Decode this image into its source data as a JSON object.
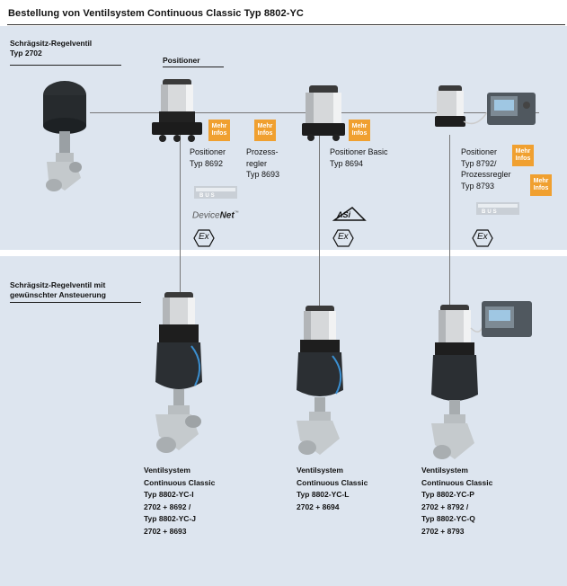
{
  "title": "Bestellung von Ventilsystem Continuous Classic Typ 8802-YC",
  "top_section": {
    "valve_heading_line1": "Schrägsitz-Regelventil",
    "valve_heading_line2": "Typ 2702",
    "positioner_heading": "Positioner"
  },
  "mehr_infos": {
    "line1": "Mehr",
    "line2": "Infos"
  },
  "options": {
    "pos8692_line1": "Positioner",
    "pos8692_line2": "Typ 8692",
    "reg8693_line1": "Prozess-",
    "reg8693_line2": "regler",
    "reg8693_line3": "Typ 8693",
    "basic_line1": "Positioner Basic",
    "basic_line2": "Typ 8694",
    "p8792_line1": "Positioner",
    "p8792_line2": "Typ 8792/",
    "p8792_line3": "Prozessregler",
    "p8792_line4": "Typ 8793"
  },
  "logos": {
    "devicenet_a": "Device",
    "devicenet_b": "Net",
    "devicenet_tm": "™",
    "asi": "ASi",
    "ex": "Ex",
    "bus_text": "BUS"
  },
  "bottom_section": {
    "heading_line1": "Schrägsitz-Regelventil mit",
    "heading_line2": "gewünschter Ansteuerung"
  },
  "systems": [
    {
      "l1": "Ventilsystem",
      "l2": "Continuous Classic",
      "l3": "Typ 8802-YC-I",
      "l4": "2702 + 8692 /",
      "l5": "Typ 8802-YC-J",
      "l6": "2702 + 8693"
    },
    {
      "l1": "Ventilsystem",
      "l2": "Continuous Classic",
      "l3": "Typ 8802-YC-L",
      "l4": "2702 + 8694"
    },
    {
      "l1": "Ventilsystem",
      "l2": "Continuous Classic",
      "l3": "Typ 8802-YC-P",
      "l4": "2702 + 8792 /",
      "l5": "Typ 8802-YC-Q",
      "l6": "2702 + 8793"
    }
  ],
  "colors": {
    "band": "#dde5ef",
    "mehr_badge": "#f0a030",
    "actuator": "#2b2f33"
  }
}
